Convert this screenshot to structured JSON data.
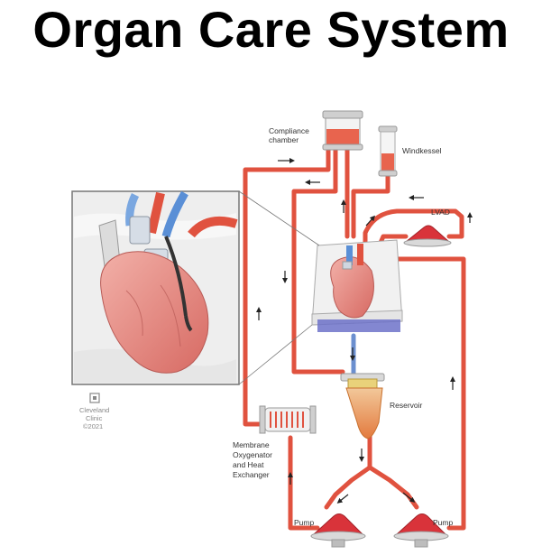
{
  "title": "Organ Care System",
  "labels": {
    "compliance_chamber": [
      "Compliance",
      "chamber"
    ],
    "windkessel": "Windkessel",
    "lvad": "LVAD",
    "reservoir": "Reservoir",
    "oxygenator": [
      "Membrane",
      "Oxygenator",
      "and Heat",
      "Exchanger"
    ],
    "pump_left": "Pump",
    "pump_right": "Pump"
  },
  "credit": {
    "line1": "Cleveland",
    "line2": "Clinic",
    "line3": "©2021"
  },
  "colors": {
    "tube": "#e0523f",
    "tube_outline": "#c83a2c",
    "blood": "#e8644e",
    "pump": "#d9333a",
    "blue_tube": "#5a8fd6",
    "outline": "#999999"
  }
}
